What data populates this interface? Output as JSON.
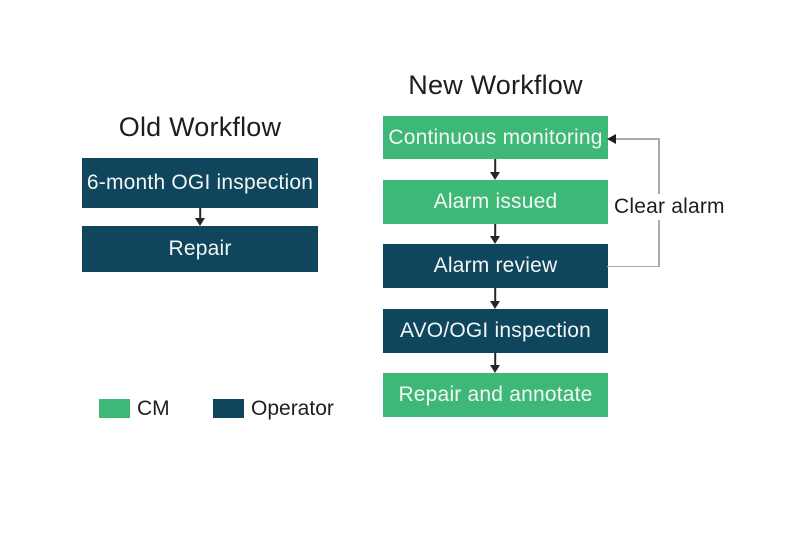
{
  "palette": {
    "background": "#ffffff",
    "cm_green": "#3eb877",
    "operator_navy": "#0f455d",
    "box_text": "#f2f7f3",
    "heading_text": "#1e1e1c",
    "flow_arrow": "#262626",
    "loop_connector": "#a9a9a9"
  },
  "old_workflow": {
    "title": "Old Workflow",
    "steps": [
      {
        "label": "6-month OGI inspection",
        "actor": "Operator"
      },
      {
        "label": "Repair",
        "actor": "Operator"
      }
    ]
  },
  "new_workflow": {
    "title": "New Workflow",
    "steps": [
      {
        "label": "Continuous monitoring",
        "actor": "CM"
      },
      {
        "label": "Alarm issued",
        "actor": "CM"
      },
      {
        "label": "Alarm review",
        "actor": "Operator"
      },
      {
        "label": "AVO/OGI inspection",
        "actor": "Operator"
      },
      {
        "label": "Repair and annotate",
        "actor": "CM"
      }
    ],
    "loop_label": "Clear alarm"
  },
  "legend": {
    "items": [
      {
        "label": "CM",
        "color": "#3eb877"
      },
      {
        "label": "Operator",
        "color": "#0f455d"
      }
    ]
  }
}
